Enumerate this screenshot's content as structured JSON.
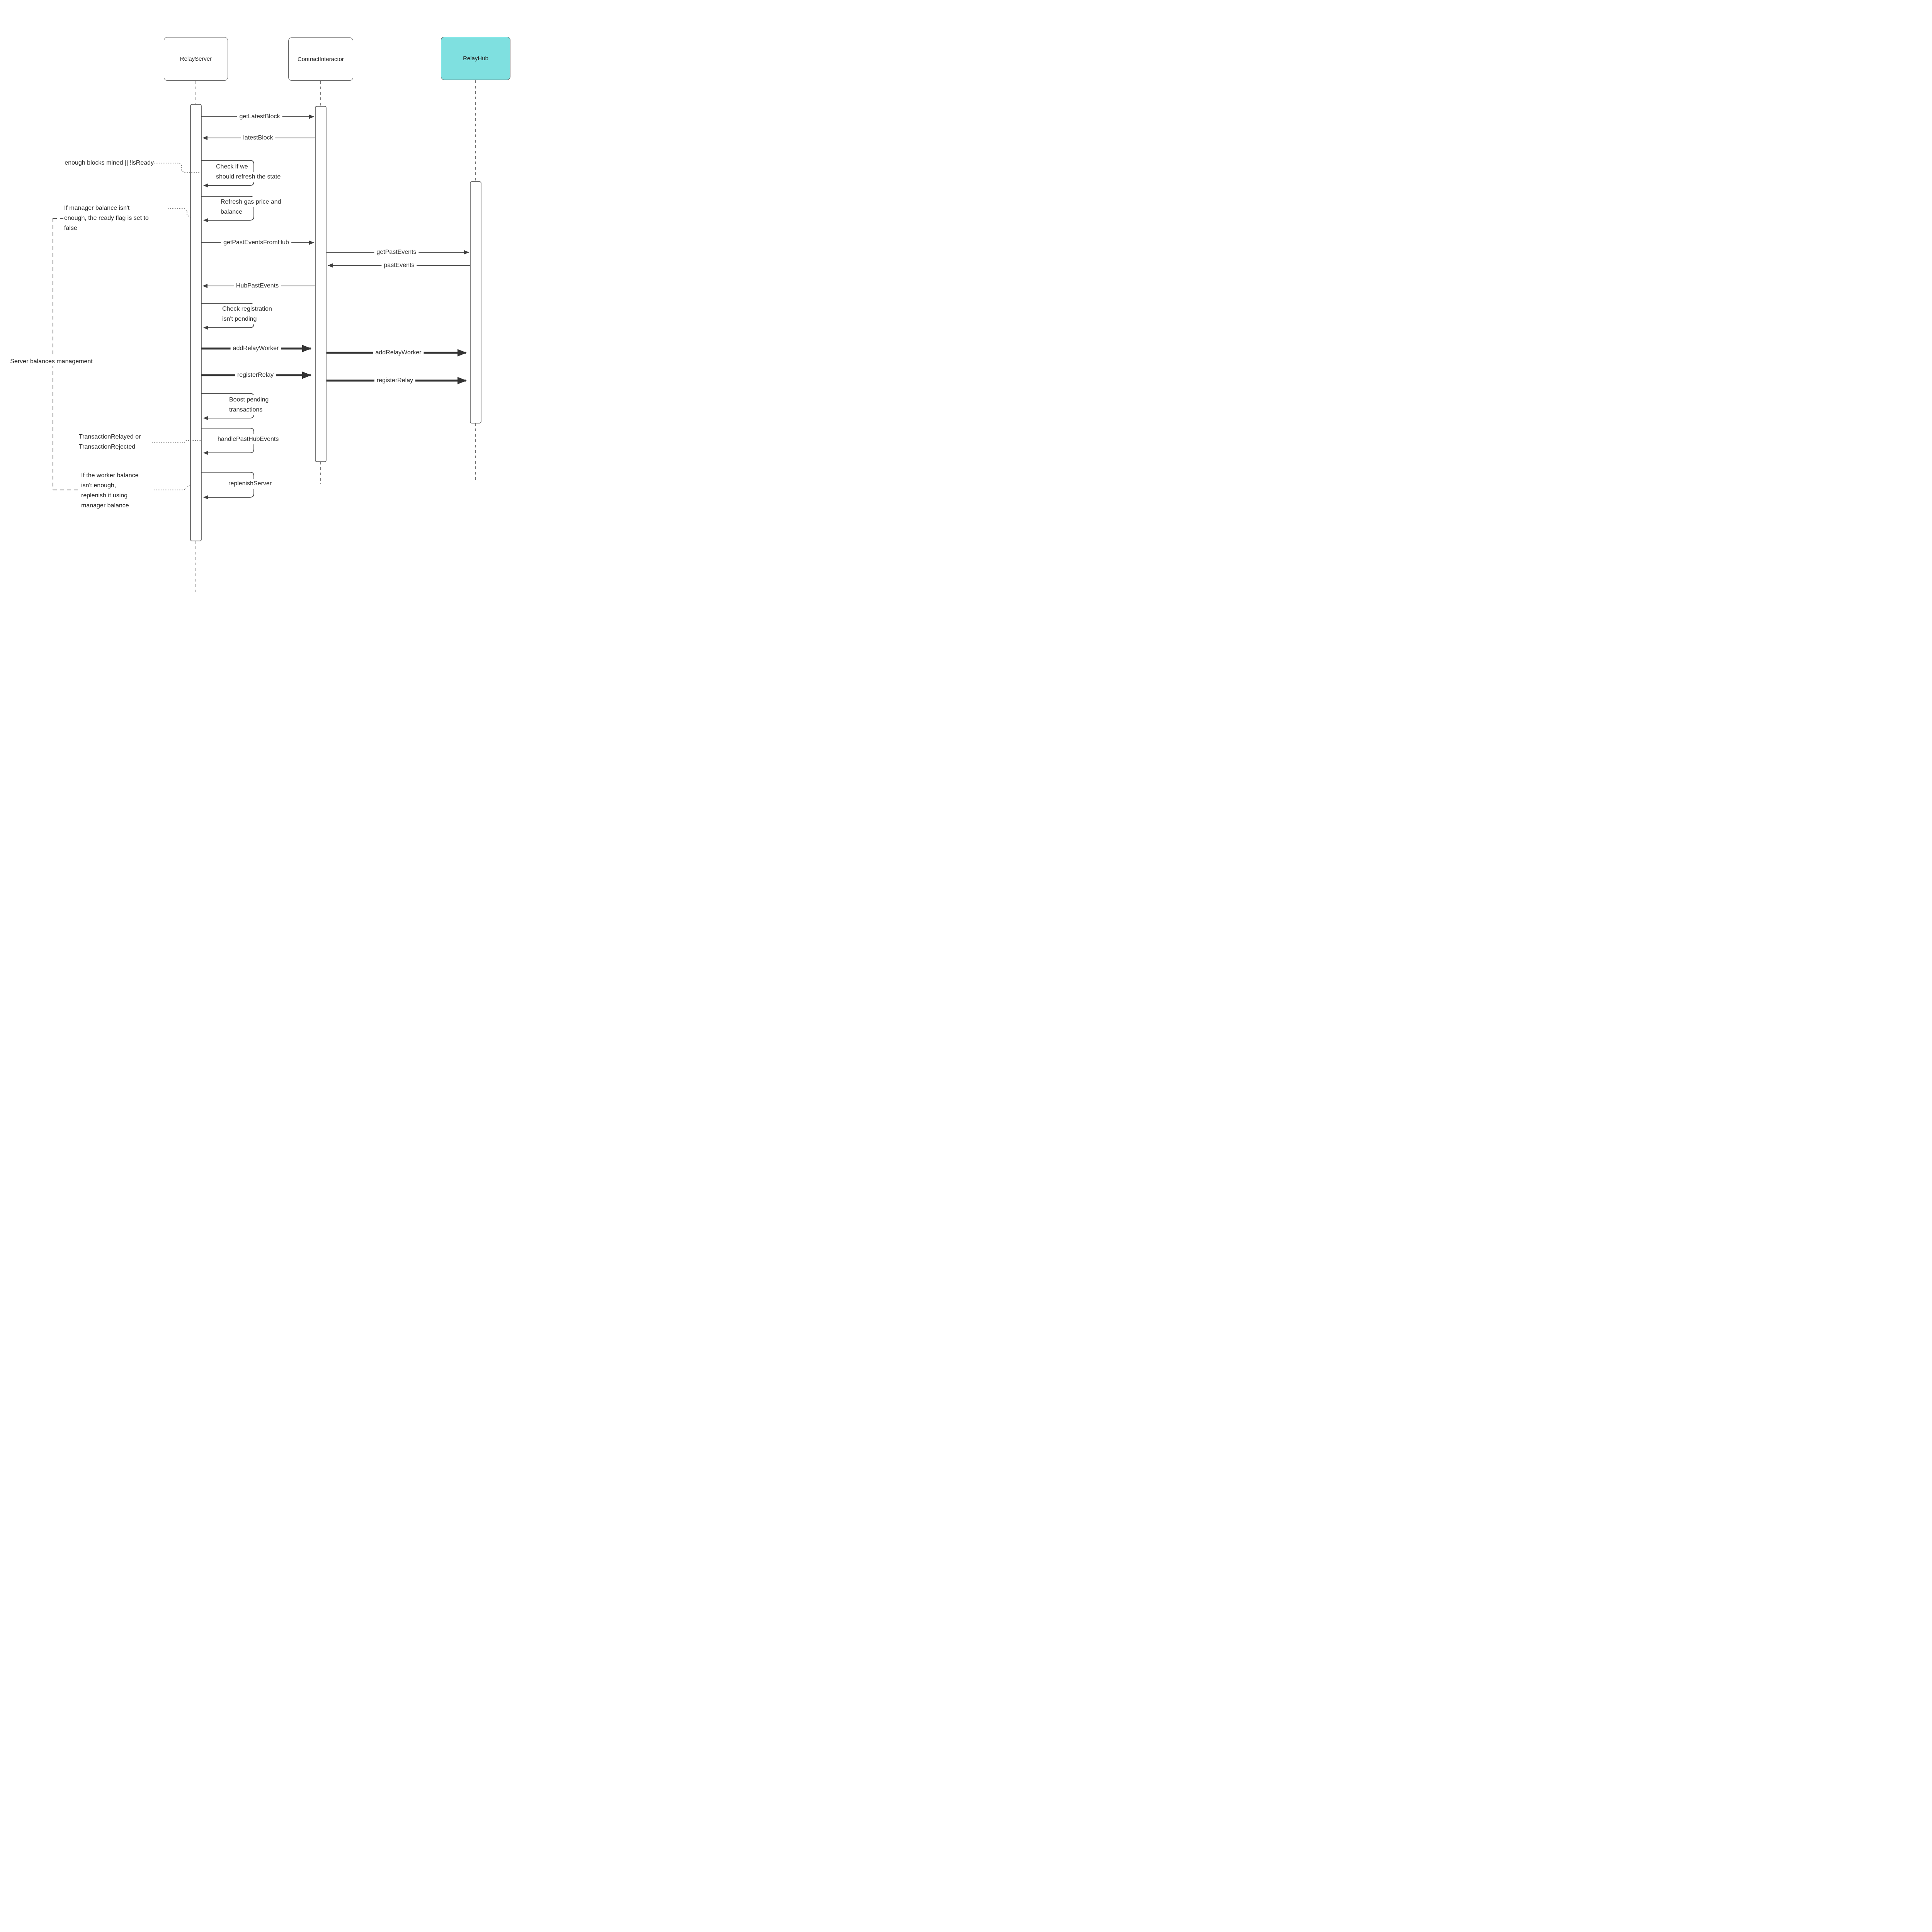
{
  "diagram": {
    "kind": "uml-sequence-diagram",
    "colors": {
      "relayhub_fill": "#7fe0e0",
      "line": "#3f3f3f",
      "text": "#333333"
    },
    "actors": [
      {
        "name": "RelayServer"
      },
      {
        "name": "ContractInteractor"
      },
      {
        "name": "RelayHub"
      }
    ],
    "flow": [
      {
        "kind": "call",
        "from": "RelayServer",
        "to": "ContractInteractor",
        "label": "getLatestBlock"
      },
      {
        "kind": "return",
        "from": "ContractInteractor",
        "to": "RelayServer",
        "label": "latestBlock"
      },
      {
        "kind": "self",
        "actor": "RelayServer",
        "lines": [
          "Check if we",
          "should refresh the state"
        ]
      },
      {
        "kind": "self",
        "actor": "RelayServer",
        "lines": [
          "Refresh gas price and",
          "balance"
        ]
      },
      {
        "kind": "call",
        "from": "RelayServer",
        "to": "ContractInteractor",
        "label": "getPastEventsFromHub"
      },
      {
        "kind": "call",
        "from": "ContractInteractor",
        "to": "RelayHub",
        "label": "getPastEvents"
      },
      {
        "kind": "return",
        "from": "RelayHub",
        "to": "ContractInteractor",
        "label": "pastEvents"
      },
      {
        "kind": "return",
        "from": "ContractInteractor",
        "to": "RelayServer",
        "label": "HubPastEvents"
      },
      {
        "kind": "self",
        "actor": "RelayServer",
        "lines": [
          "Check registration",
          "isn't pending"
        ]
      },
      {
        "kind": "call-bold",
        "from": "RelayServer",
        "to": "ContractInteractor",
        "label": "addRelayWorker"
      },
      {
        "kind": "call-bold",
        "from": "ContractInteractor",
        "to": "RelayHub",
        "label": "addRelayWorker"
      },
      {
        "kind": "call-bold",
        "from": "RelayServer",
        "to": "ContractInteractor",
        "label": "registerRelay"
      },
      {
        "kind": "call-bold",
        "from": "ContractInteractor",
        "to": "RelayHub",
        "label": "registerRelay"
      },
      {
        "kind": "self",
        "actor": "RelayServer",
        "lines": [
          "Boost pending",
          "transactions"
        ]
      },
      {
        "kind": "self",
        "actor": "RelayServer",
        "label": "handlePastHubEvents"
      },
      {
        "kind": "self",
        "actor": "RelayServer",
        "label": "replenishServer"
      }
    ],
    "annotations": [
      {
        "target": "Check if we should refresh the state",
        "lines": [
          "enough blocks mined || !isReady"
        ]
      },
      {
        "target": "Refresh gas price and balance",
        "lines": [
          "If manager balance isn't",
          "enough, the ready flag is set to",
          "false"
        ]
      },
      {
        "target": "handlePastHubEvents",
        "lines": [
          "TransactionRelayed or",
          "TransactionRejected"
        ]
      },
      {
        "target": "replenishServer",
        "lines": [
          "If the worker balance",
          "isn't enough,",
          "replenish it using",
          "manager balance"
        ]
      }
    ],
    "bracket": {
      "label": "Server balances management"
    }
  }
}
